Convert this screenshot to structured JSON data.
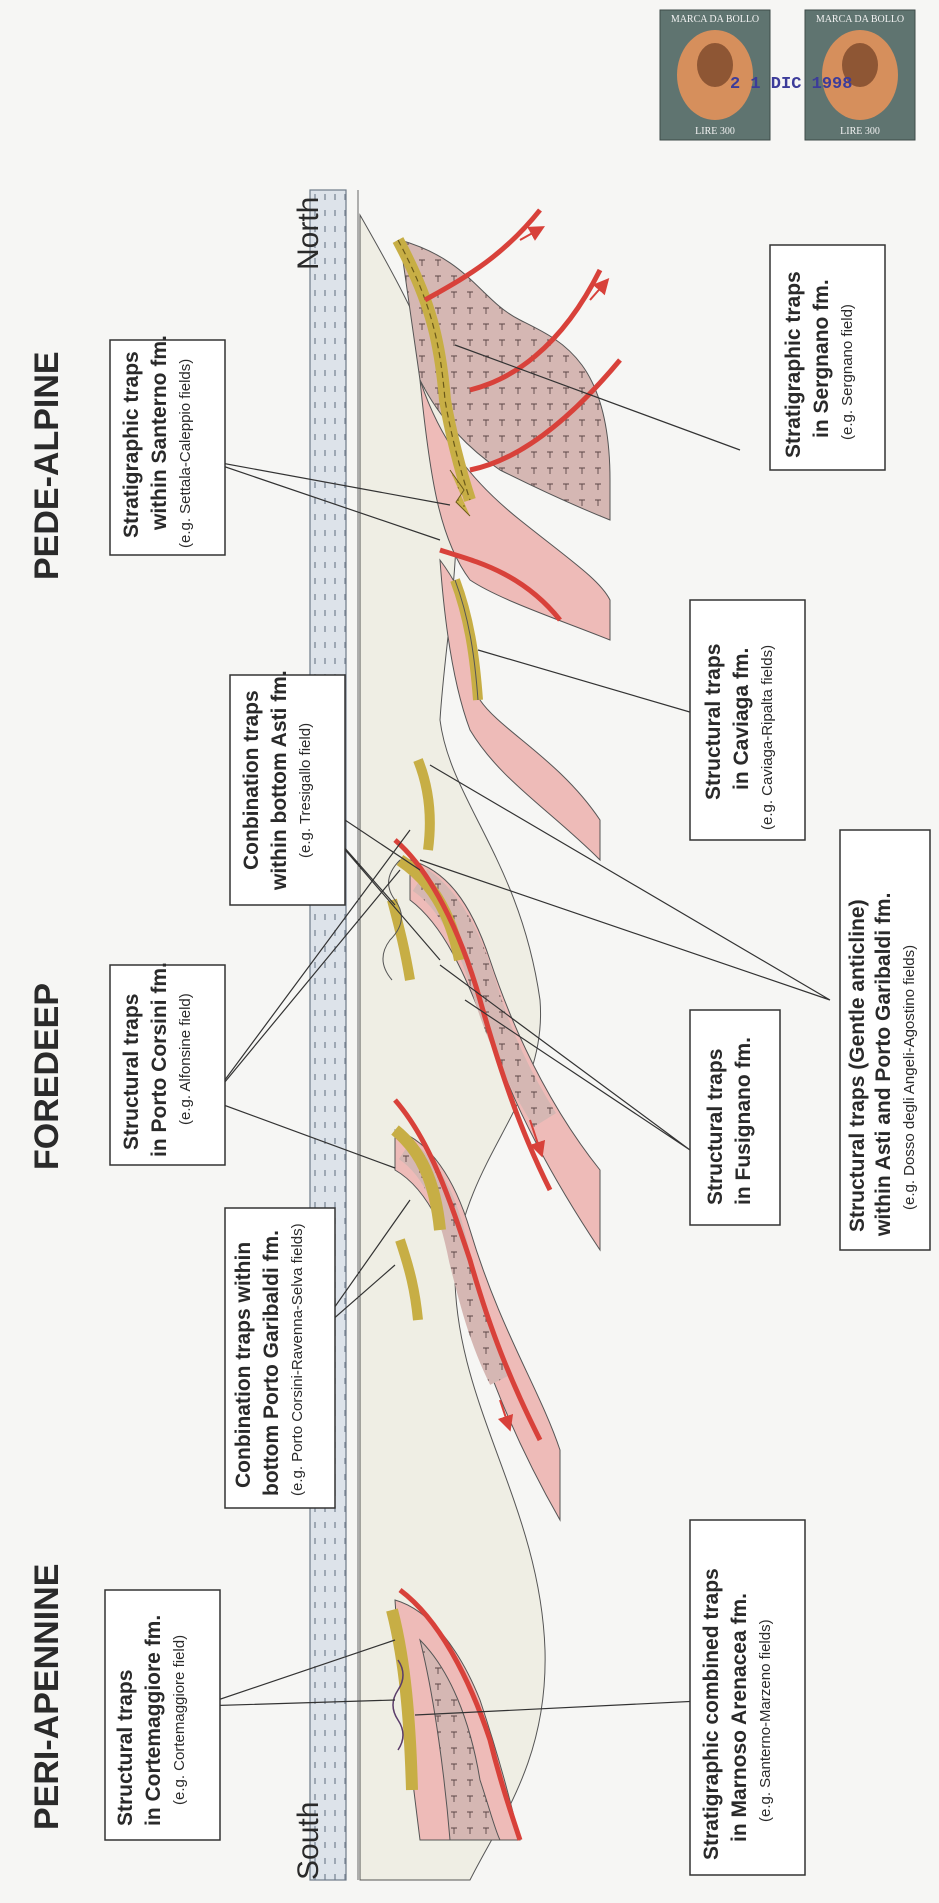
{
  "regions": {
    "peri_apennine": "PERI-APENNINE",
    "foredeep": "FOREDEEP",
    "pede_alpine": "PEDE-ALPINE"
  },
  "directions": {
    "south": "South",
    "north": "North"
  },
  "stamps": {
    "top_label": "MARCA DA BOLLO",
    "bottom_label": "LIRE 300",
    "date": "2 1 DIC 1998"
  },
  "boxes": {
    "cortemaggiore": {
      "l1": "Structural traps",
      "l2": "in Cortemaggiore fm.",
      "ex": "(e.g. Cortemaggiore field)"
    },
    "porto_garibaldi": {
      "l1": "Conbination traps within",
      "l2": "bottom Porto Garibaldi fm.",
      "ex": "(e.g. Porto Corsini-Ravenna-Selva fields)"
    },
    "porto_corsini": {
      "l1": "Structural traps",
      "l2": "in Porto Corsini fm.",
      "ex": "(e.g. Alfonsine field)"
    },
    "asti": {
      "l1": "Conbination traps",
      "l2": "within bottom Asti fm.",
      "ex": "(e.g. Tresigallo field)"
    },
    "santerno": {
      "l1": "Stratigraphic traps",
      "l2": "within Santerno fm.",
      "ex": "(e.g. Settala-Caleppio fields)"
    },
    "marnoso": {
      "l1": "Stratigraphic combined traps",
      "l2": "in Marnoso Arenacea fm.",
      "ex": "(e.g. Santerno-Marzeno fields)"
    },
    "fusignano": {
      "l1": "Structural traps",
      "l2": "in Fusignano fm."
    },
    "gentle": {
      "l1": "Structural traps (Gentle anticline)",
      "l2": "within Asti and Porto Garibaldi fm.",
      "ex": "(e.g. Dosso degli Angeli-Agostino fields)"
    },
    "caviaga": {
      "l1": "Structural traps",
      "l2": "in Caviaga fm.",
      "ex": "(e.g. Caviaga-Ripalta fields)"
    },
    "sergnano": {
      "l1": "Stratigraphic traps",
      "l2": "in Sergnano fm.",
      "ex": "(e.g. Sergnano field)"
    }
  },
  "colors": {
    "fault": "#d8413a",
    "pink_layer": "#eebbb8",
    "mauve_layer": "#d2b4b0",
    "reservoir": "#c7ae45",
    "plio_quaternary": "#d9dfe6",
    "background_fill": "#efeee4"
  }
}
